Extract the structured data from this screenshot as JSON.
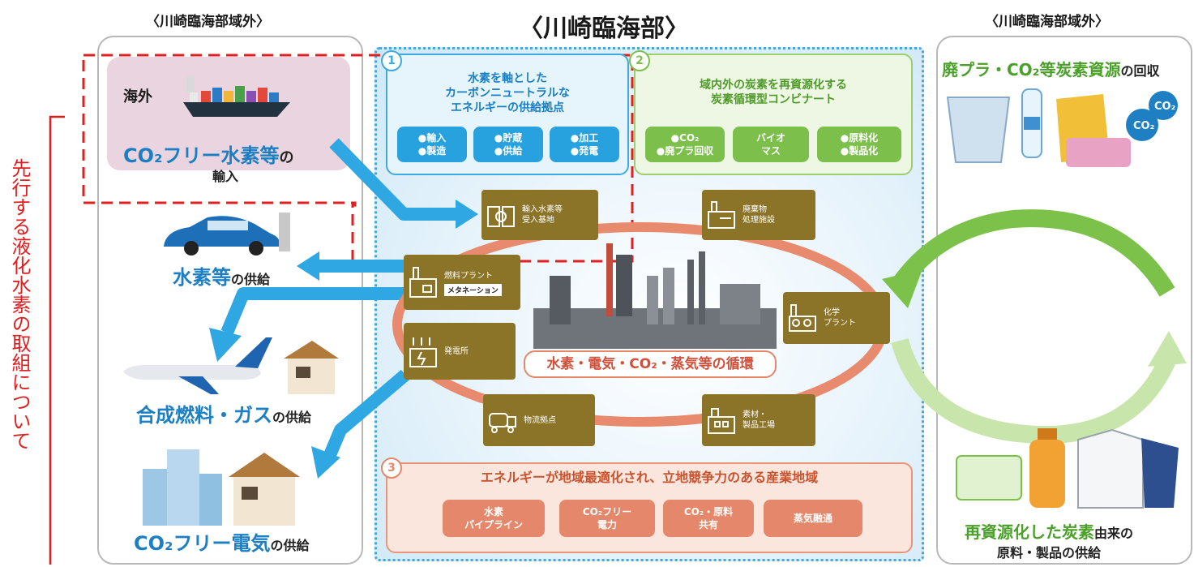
{
  "titles": {
    "left_region": "〈川崎臨海部域外〉",
    "center_region": "〈川崎臨海部〉",
    "right_region": "〈川崎臨海部域外〉"
  },
  "side_note": "先行する液化水素の取組について",
  "left": {
    "overseas": "海外",
    "import_main": "CO₂フリー水素等",
    "import_suffix": "の",
    "import_line2": "輸入",
    "supply_h2_main": "水素等",
    "supply_h2_suffix": "の供給",
    "supply_fuel_main": "合成燃料・ガス",
    "supply_fuel_suffix": "の供給",
    "supply_elec_main": "CO₂フリー電気",
    "supply_elec_suffix": "の供給"
  },
  "sections": {
    "s1": {
      "number": "1",
      "title": "水素を軸とした\nカーボンニュートラルな\nエネルギーの供給拠点",
      "chips": [
        "●輸入\n●製造",
        "●貯蔵\n●供給",
        "●加工\n●発電"
      ]
    },
    "s2": {
      "number": "2",
      "title": "域内外の炭素を再資源化する\n炭素循環型コンビナート",
      "chips": [
        "●CO₂\n●廃プラ回収",
        "バイオ\nマス",
        "●原料化\n●製品化"
      ]
    },
    "s3": {
      "number": "3",
      "title": "エネルギーが地域最適化され、立地競争力のある産業地域",
      "chips": [
        "水素\nパイプライン",
        "CO₂フリー\n電力",
        "CO₂・原料\n共有",
        "蒸気融通"
      ]
    }
  },
  "nodes": {
    "import_base": "輸入水素等\n受入基地",
    "waste": "廃棄物\n処理施設",
    "fuel_plant": "燃料プラント",
    "methanation": "メタネーション",
    "power_plant": "発電所",
    "chemical": "化学\nプラント",
    "logistics": "物流拠点",
    "materials": "素材・\n製品工場"
  },
  "cycle_label": "水素・電気・CO₂・蒸気等の循環",
  "right": {
    "collect_main": "廃プラ・CO₂等炭素資源",
    "collect_suffix": "の回収",
    "reuse_main": "再資源化した炭素",
    "reuse_suffix": "由来の",
    "reuse_line2": "原料・製品の供給"
  },
  "colors": {
    "blue": "#27a2de",
    "green": "#7cbf4a",
    "orange": "#e4876a",
    "node": "#8b7428",
    "red_dash": "#e02020"
  }
}
